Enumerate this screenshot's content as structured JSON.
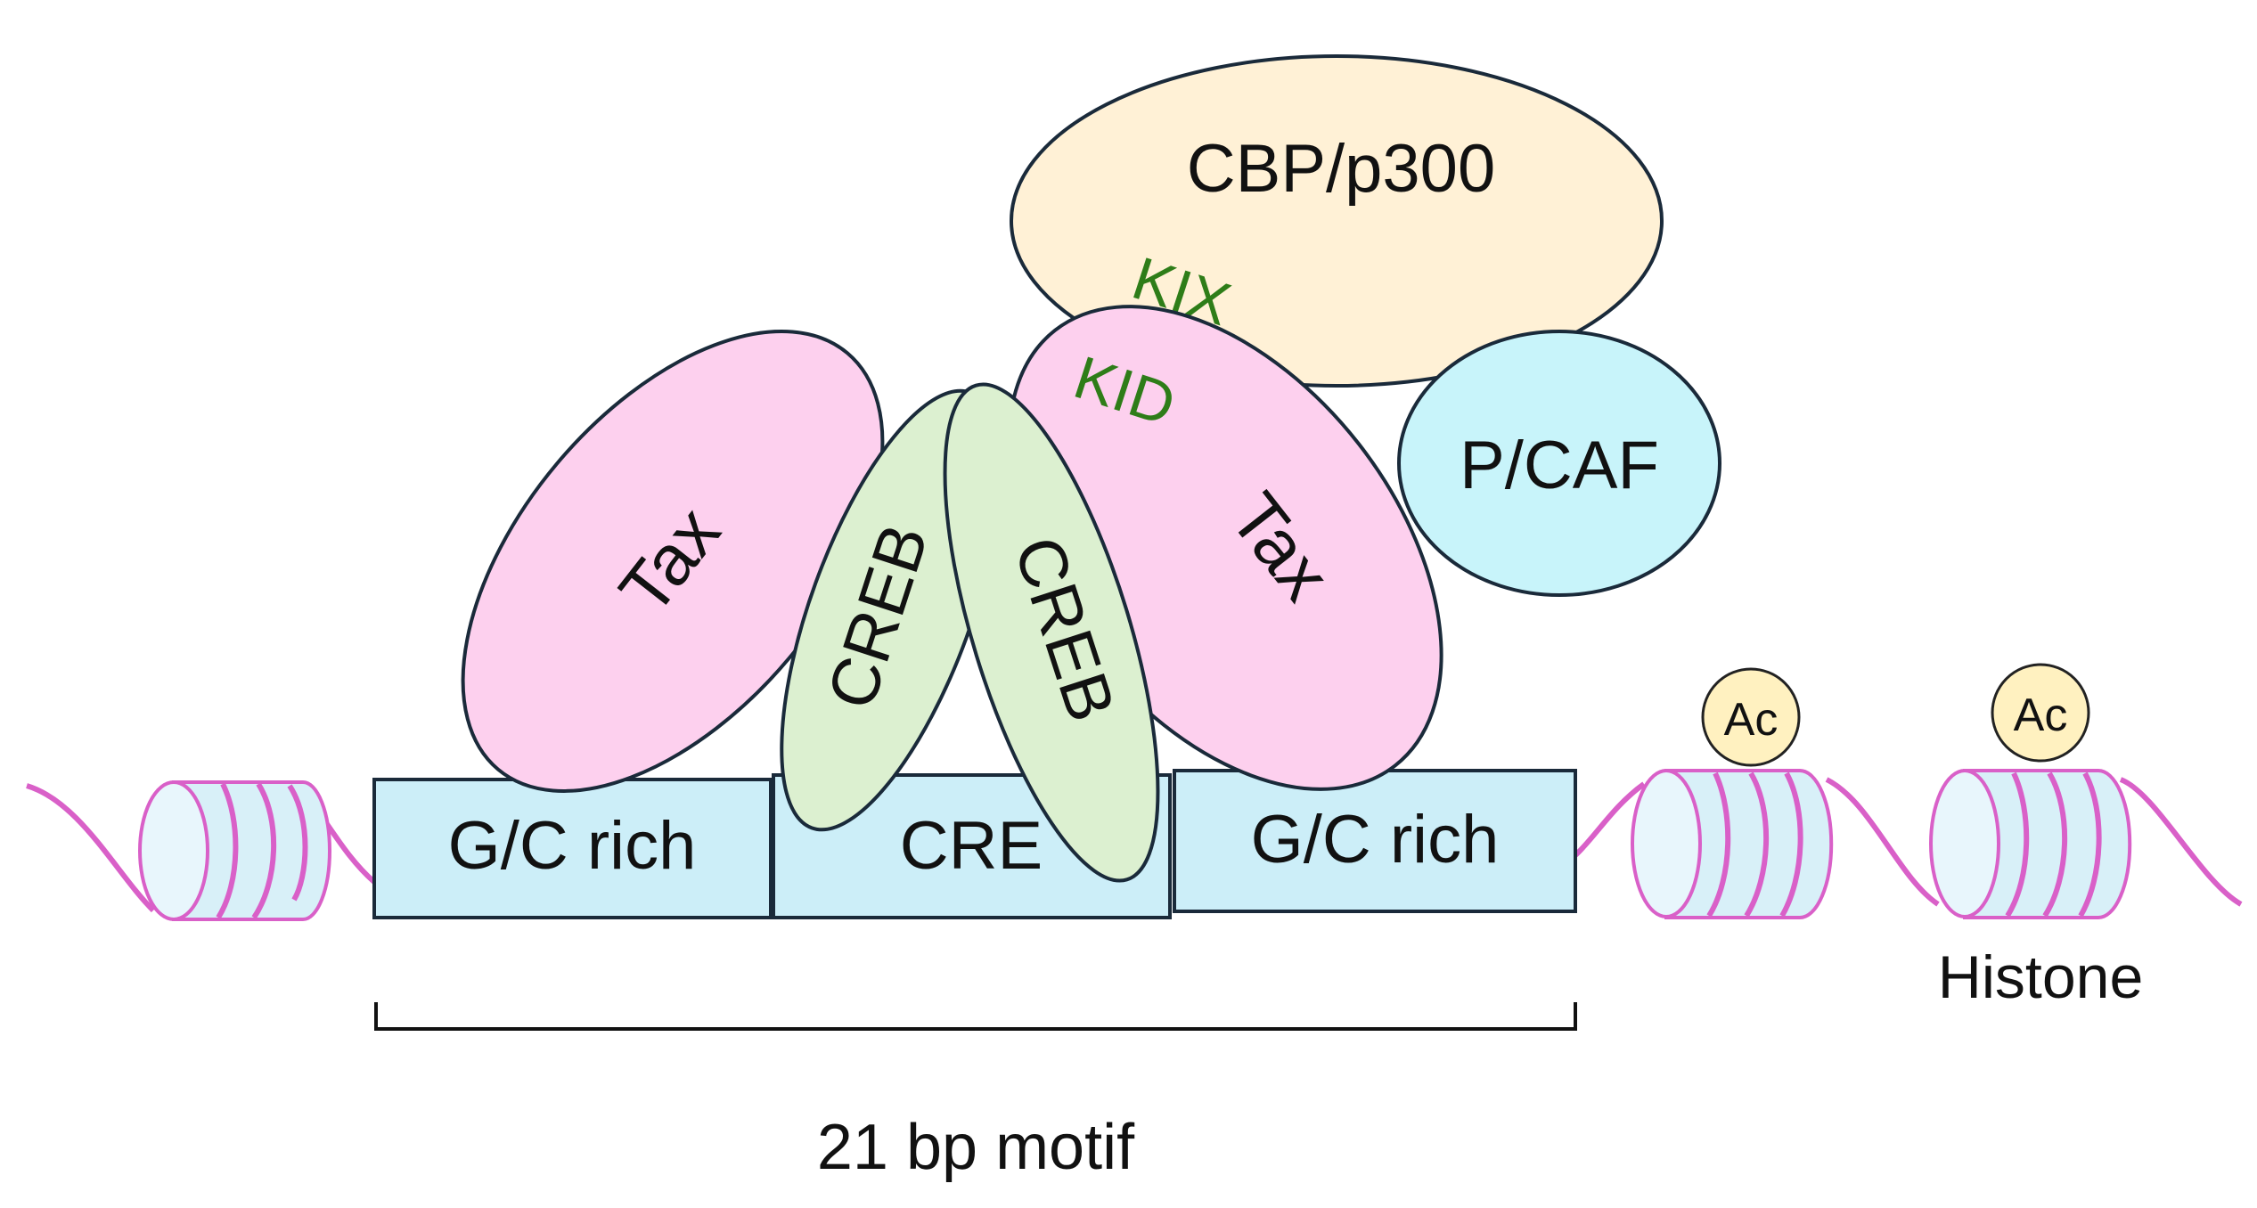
{
  "colors": {
    "tax_fill": "#fdd0ee",
    "creb_fill": "#dcf0d0",
    "cbp_fill": "#fff1d6",
    "pcaf_fill": "#c8f4fa",
    "dna_box_fill": "#cceef8",
    "histone_fill": "#d8f0f8",
    "dna_strand": "#d960c8",
    "domain_text": "#2e7d18",
    "ac_fill": "#fff1c0"
  },
  "proteins": {
    "cbp_label": "CBP/p300",
    "kix_label": "KIX",
    "kid_label": "KID",
    "pcaf_label": "P/CAF",
    "tax_left_label": "Tax",
    "tax_right_label": "Tax",
    "creb_left_label": "CREB",
    "creb_right_label": "CREB"
  },
  "dna_elements": {
    "gc_left_label": "G/C rich",
    "cre_label": "CRE",
    "gc_right_label": "G/C rich"
  },
  "histones": {
    "ac_label_1": "Ac",
    "ac_label_2": "Ac",
    "histone_label": "Histone"
  },
  "motif": {
    "label": "21 bp motif"
  }
}
